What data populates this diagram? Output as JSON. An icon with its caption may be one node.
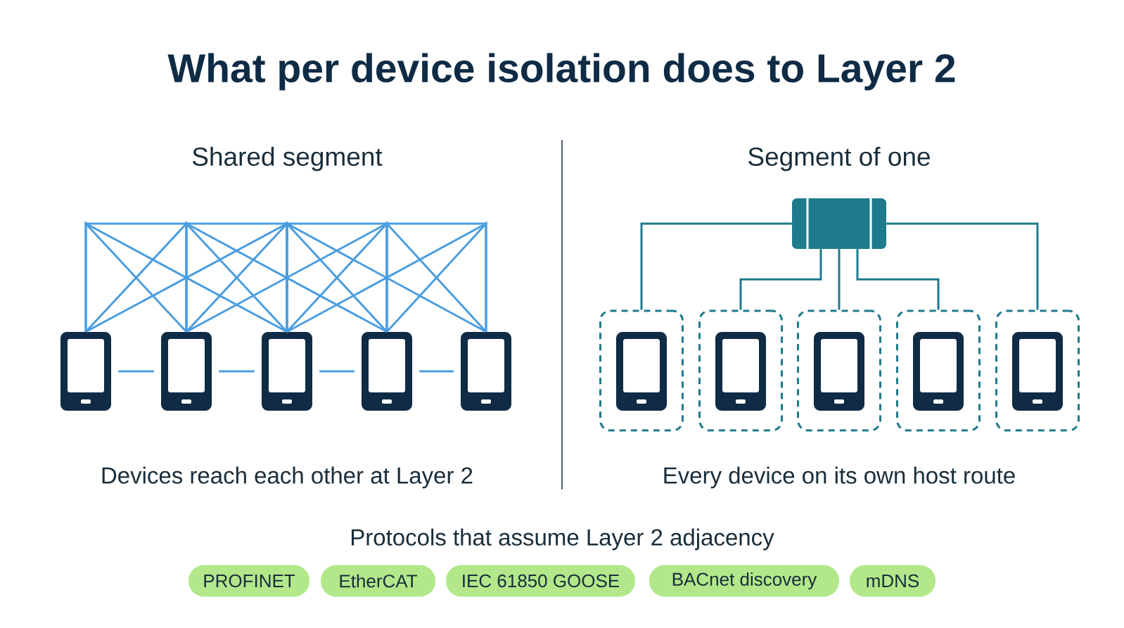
{
  "diagram": {
    "title": "What per device isolation does to Layer 2",
    "nodes": [
      {
        "text": [],
        "shape": "phone"
      },
      {
        "text": [],
        "shape": "phone"
      },
      {
        "text": [],
        "shape": "phone"
      },
      {
        "text": [],
        "shape": "phone"
      },
      {
        "text": [],
        "shape": "phone"
      },
      {
        "text": [],
        "shape": "box"
      },
      {
        "text": [],
        "shape": "box"
      },
      {
        "text": [],
        "shape": "phone",
        "in": 6
      },
      {
        "text": [],
        "shape": "box"
      },
      {
        "text": [],
        "shape": "phone",
        "in": 8
      },
      {
        "text": [],
        "shape": "box"
      },
      {
        "text": [],
        "shape": "phone",
        "in": 10
      },
      {
        "text": [],
        "shape": "box"
      },
      {
        "text": [],
        "shape": "phone",
        "in": 12
      },
      {
        "text": [],
        "shape": "box"
      },
      {
        "text": [],
        "shape": "phone",
        "in": 14
      },
      {
        "text": [
          "PROFINET"
        ]
      },
      {
        "text": [
          "EtherCAT"
        ]
      },
      {
        "text": [
          "IEC 61850 GOOSE"
        ]
      },
      {
        "text": [
          "BACnet discovery"
        ]
      },
      {
        "text": [
          "mDNS"
        ]
      }
    ],
    "edges": [
      {
        "from": 0,
        "to": 1,
        "arrow": "none"
      },
      {
        "from": 0,
        "to": 2,
        "arrow": "none"
      },
      {
        "from": 1,
        "to": 2,
        "arrow": "none"
      },
      {
        "from": 1,
        "to": 3,
        "arrow": "none"
      },
      {
        "from": 2,
        "to": 3,
        "arrow": "none"
      },
      {
        "from": 2,
        "to": 4,
        "arrow": "none"
      },
      {
        "from": 3,
        "to": 4,
        "arrow": "none"
      },
      {
        "from": 1,
        "to": 0,
        "arrow": "none"
      },
      {
        "from": 2,
        "to": 0,
        "arrow": "none"
      },
      {
        "from": 2,
        "to": 1,
        "arrow": "none"
      },
      {
        "from": 3,
        "to": 1,
        "arrow": "none"
      },
      {
        "from": 3,
        "to": 2,
        "arrow": "none"
      },
      {
        "from": 4,
        "to": 2,
        "arrow": "none"
      },
      {
        "from": 4,
        "to": 3,
        "arrow": "none"
      },
      {
        "from": 0,
        "to": 1,
        "arrow": "none"
      },
      {
        "from": 1,
        "to": 2,
        "arrow": "none"
      },
      {
        "from": 2,
        "to": 3,
        "arrow": "none"
      },
      {
        "from": 3,
        "to": 4,
        "arrow": "none"
      },
      {
        "from": 5,
        "to": 6,
        "arrow": "none",
        "color": "#1f7a8c"
      },
      {
        "from": 5,
        "to": 8,
        "arrow": "none",
        "color": "#1f7a8c"
      },
      {
        "from": 5,
        "to": 10,
        "arrow": "none",
        "color": "#1f7a8c"
      },
      {
        "from": 5,
        "to": 12,
        "arrow": "none",
        "color": "#1f7a8c"
      },
      {
        "from": 5,
        "to": 14,
        "arrow": "none",
        "color": "#1f7a8c"
      }
    ],
    "labels": [
      "Shared segment",
      "Segment of one",
      "Devices reach each other at Layer 2",
      "Every device on its own host route",
      "Protocols that assume Layer 2 adjacency"
    ]
  }
}
